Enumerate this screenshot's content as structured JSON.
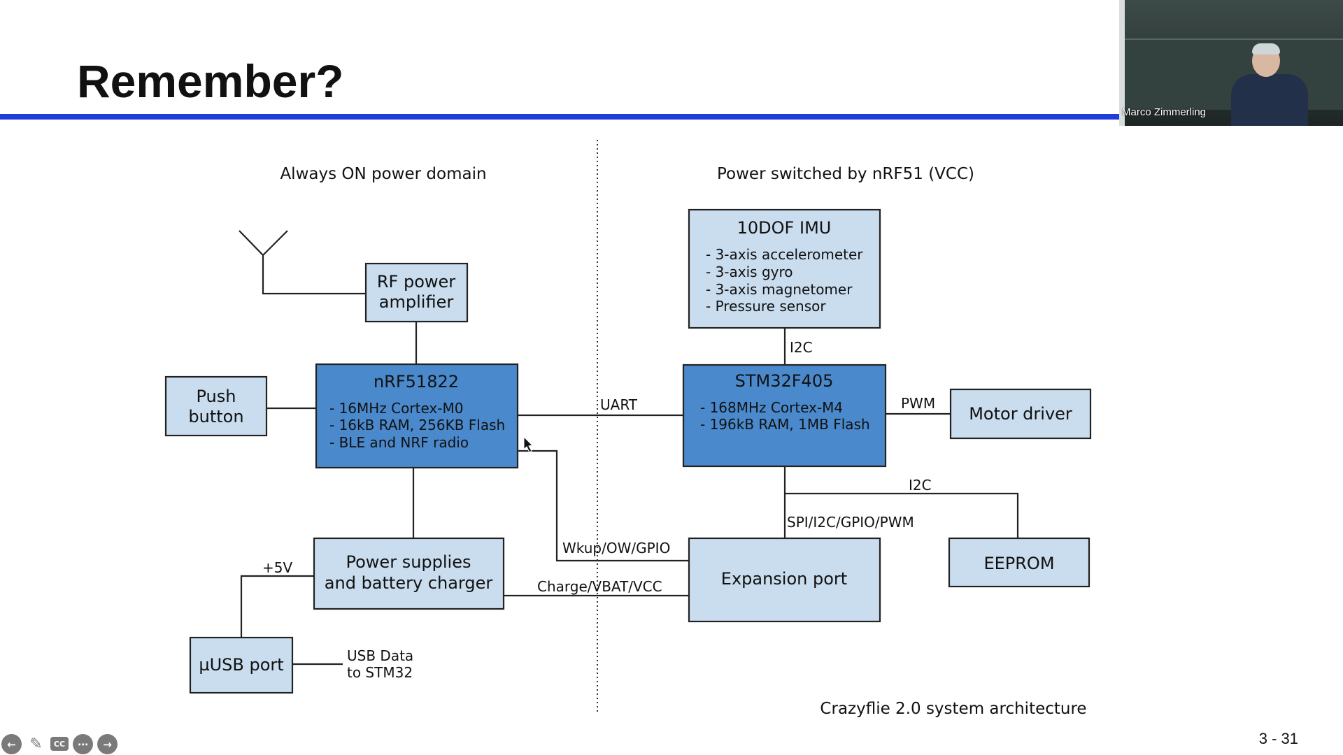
{
  "slide": {
    "title": "Remember?",
    "page_number": "3 - 31"
  },
  "video": {
    "presenter_name": "Marco Zimmerling"
  },
  "diagram": {
    "domain_left": "Always ON power domain",
    "domain_right": "Power switched by nRF51 (VCC)",
    "caption": "Crazyflie 2.0 system architecture",
    "blocks": {
      "rf_amp": [
        "RF power",
        "amplifier"
      ],
      "push_button": [
        "Push",
        "button"
      ],
      "nrf": {
        "title": "nRF51822",
        "specs": [
          "- 16MHz Cortex-M0",
          "- 16kB RAM, 256KB Flash",
          "- BLE and NRF radio"
        ]
      },
      "power": [
        "Power supplies",
        "and battery charger"
      ],
      "usb": "µUSB port",
      "imu": {
        "title": "10DOF IMU",
        "specs": [
          "- 3-axis accelerometer",
          "- 3-axis gyro",
          "- 3-axis magnetomer",
          "- Pressure sensor"
        ]
      },
      "stm": {
        "title": "STM32F405",
        "specs": [
          "- 168MHz Cortex-M4",
          "- 196kB RAM, 1MB Flash"
        ]
      },
      "motor": "Motor driver",
      "eeprom": "EEPROM",
      "expansion": "Expansion port"
    },
    "links": {
      "uart": "UART",
      "i2c_imu": "I2C",
      "pwm": "PWM",
      "i2c_eeprom": "I2C",
      "spi": "SPI/I2C/GPIO/PWM",
      "wkup": "Wkup/OW/GPIO",
      "charge": "Charge/VBAT/VCC",
      "plus5v": "+5V",
      "usb_data": [
        "USB Data",
        "to STM32"
      ]
    },
    "colors": {
      "light_block": "#c9ddef",
      "dark_block": "#4a89cc",
      "accent_rule": "#1f3fd8"
    }
  },
  "controls": {
    "prev_icon": "arrow-left-icon",
    "pen_icon": "pencil-icon",
    "cc_label": "CC",
    "more_icon": "ellipsis-icon",
    "next_icon": "arrow-right-icon"
  }
}
